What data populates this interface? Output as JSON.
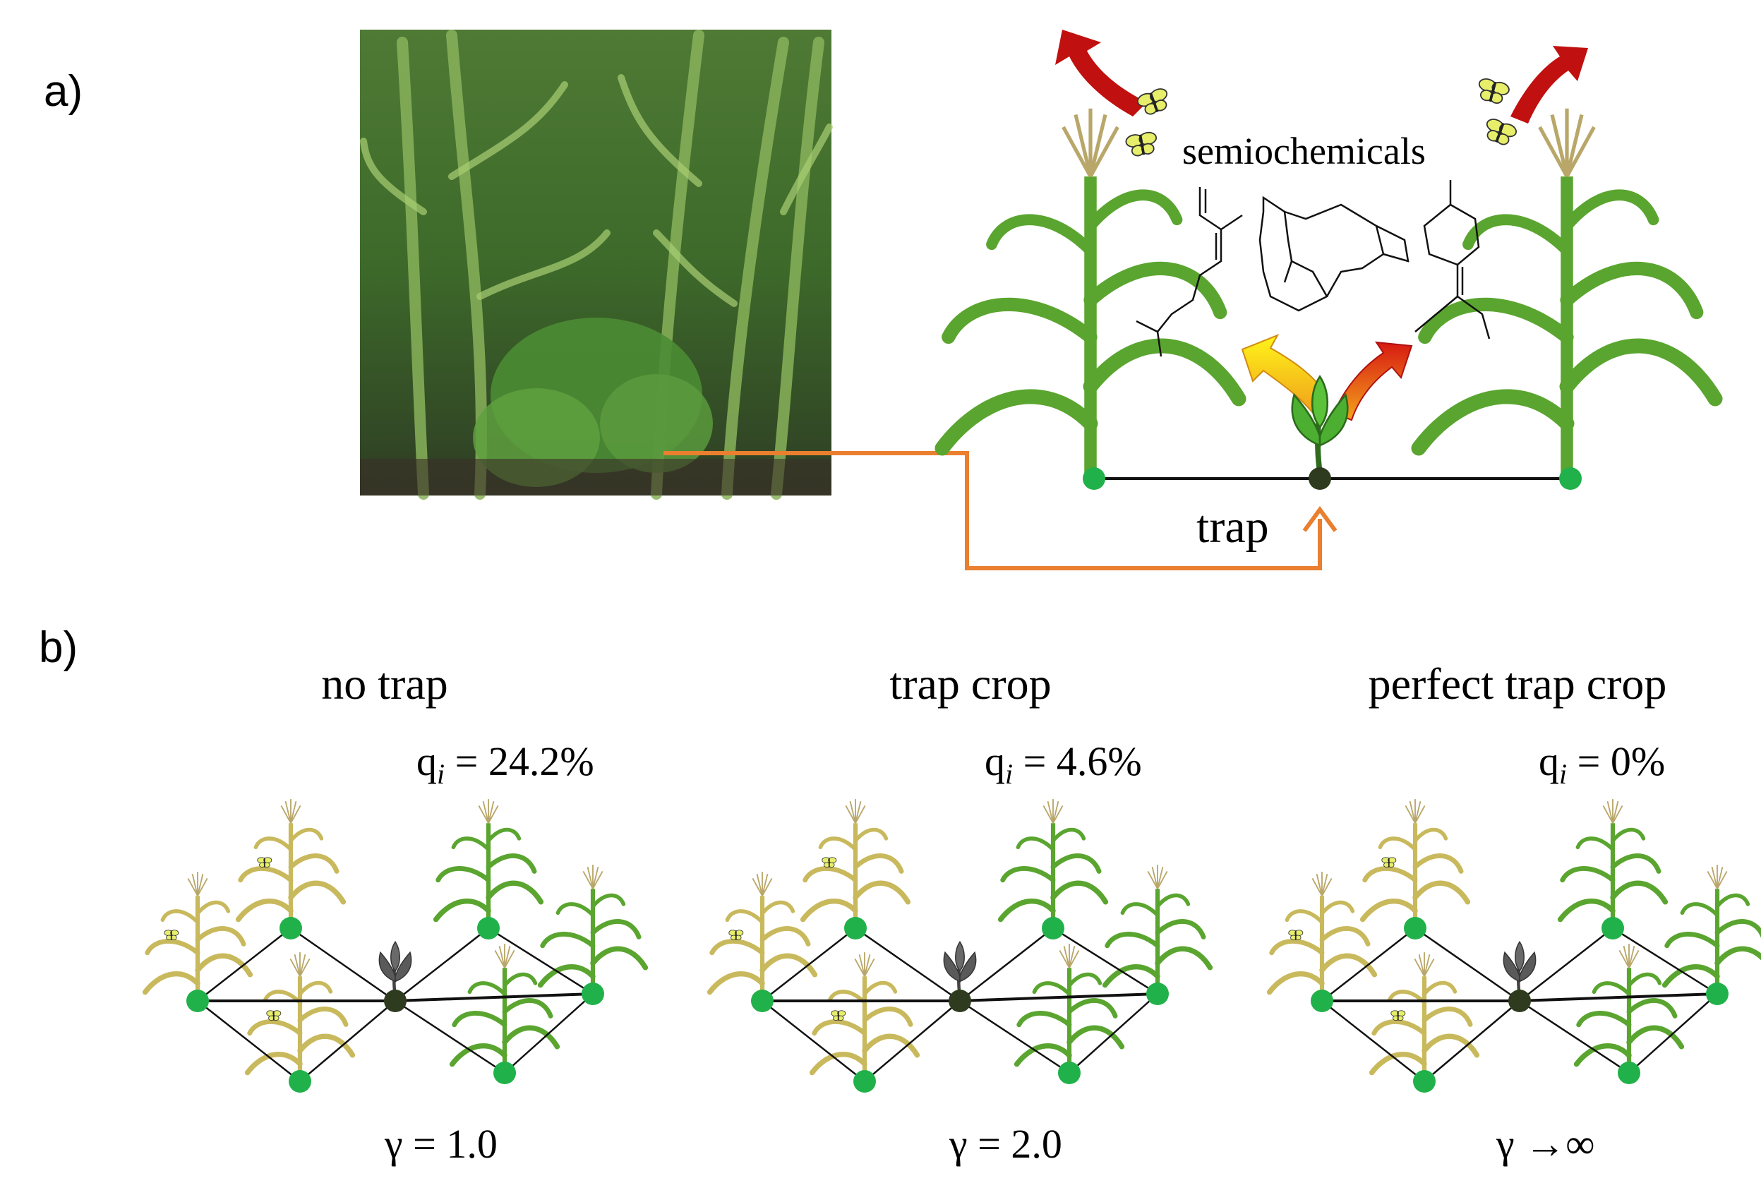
{
  "panel_a": {
    "label": "a)",
    "semiochemicals_label": "semiochemicals",
    "trap_label": "trap",
    "colors": {
      "connector": "#e97f2f",
      "healthy_node": "#21b14a",
      "trap_node": "#2f3b1f",
      "arrow_red": "#c0100f",
      "arrow_yellow": "#f6ef1b"
    }
  },
  "panel_b": {
    "label": "b)",
    "scenarios": [
      {
        "title": "no trap",
        "q_prefix": "q",
        "q_sub": "i",
        "q_value": " = 24.2%",
        "gamma": "γ = 1.0"
      },
      {
        "title": "trap crop",
        "q_prefix": "q",
        "q_sub": "i",
        "q_value": " = 4.6%",
        "gamma": "γ = 2.0"
      },
      {
        "title": "perfect trap crop",
        "q_prefix": "q",
        "q_sub": "i",
        "q_value": " = 0%",
        "gamma": "γ →∞"
      }
    ],
    "colors": {
      "infested_plant": "#c9b95d",
      "healthy_plant": "#5aa52f",
      "trap_plant": "#555555",
      "node": "#21b14a",
      "trap_node": "#2f3b1f"
    }
  }
}
